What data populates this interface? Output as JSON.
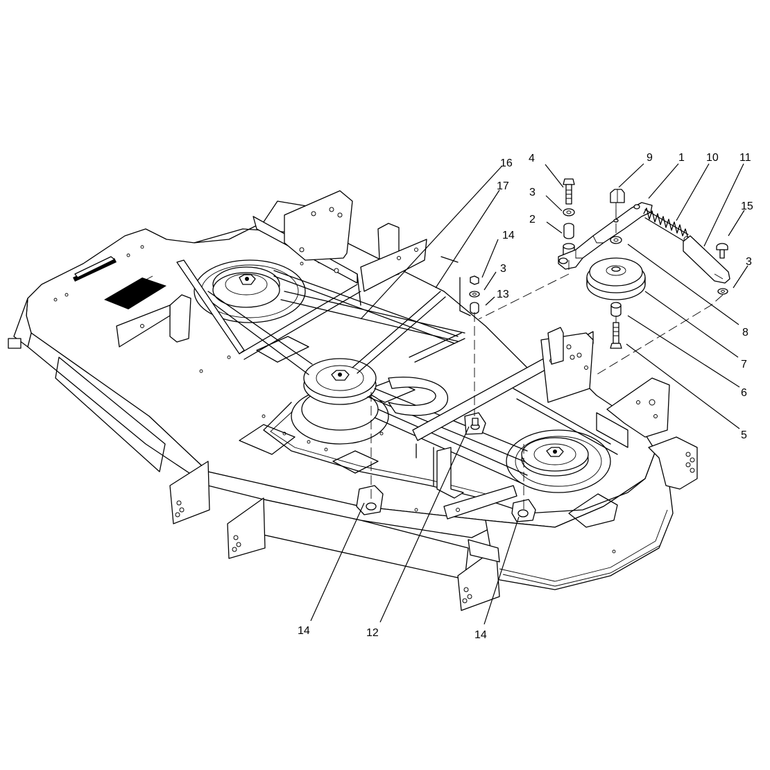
{
  "callouts": [
    {
      "id": "c4",
      "text": "4"
    },
    {
      "id": "c9",
      "text": "9"
    },
    {
      "id": "c1",
      "text": "1"
    },
    {
      "id": "c10",
      "text": "10"
    },
    {
      "id": "c11",
      "text": "11"
    },
    {
      "id": "c16",
      "text": "16"
    },
    {
      "id": "c17",
      "text": "17"
    },
    {
      "id": "c3a",
      "text": "3"
    },
    {
      "id": "c2",
      "text": "2"
    },
    {
      "id": "c15",
      "text": "15"
    },
    {
      "id": "c14a",
      "text": "14"
    },
    {
      "id": "c3b",
      "text": "3"
    },
    {
      "id": "c13",
      "text": "13"
    },
    {
      "id": "c3c",
      "text": "3"
    },
    {
      "id": "c8",
      "text": "8"
    },
    {
      "id": "c7",
      "text": "7"
    },
    {
      "id": "c6",
      "text": "6"
    },
    {
      "id": "c5",
      "text": "5"
    },
    {
      "id": "c14b",
      "text": "14"
    },
    {
      "id": "c12",
      "text": "12"
    },
    {
      "id": "c14c",
      "text": "14"
    }
  ]
}
